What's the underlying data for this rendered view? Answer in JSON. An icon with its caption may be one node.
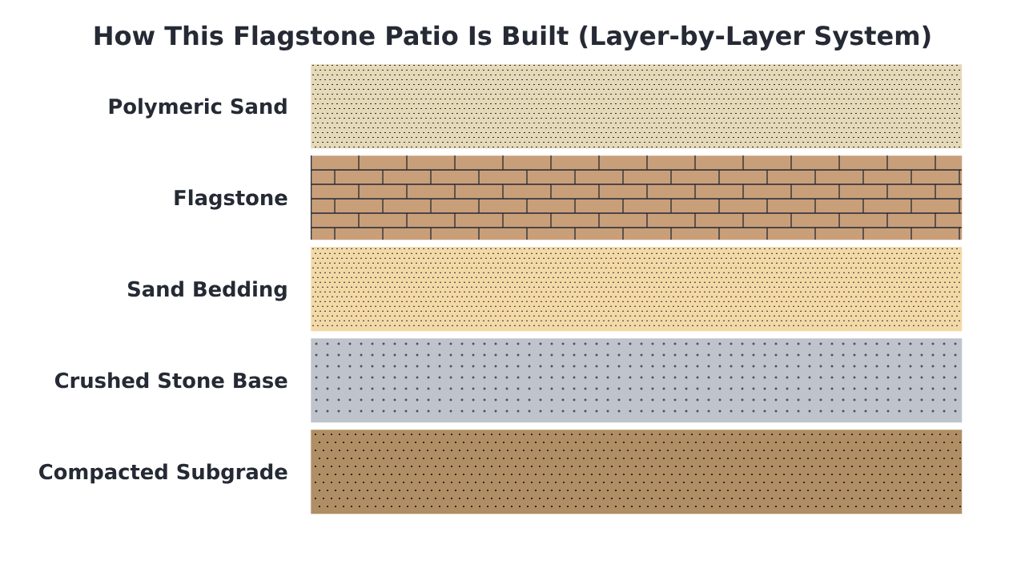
{
  "diagram": {
    "title": "How This Flagstone Patio Is Built (Layer-by-Layer System)",
    "nodes": [
      {
        "text": [
          "Polymeric Sand"
        ]
      },
      {
        "text": [
          "Flagstone"
        ]
      },
      {
        "text": [
          "Sand Bedding"
        ]
      },
      {
        "text": [
          "Crushed Stone Base"
        ]
      },
      {
        "text": [
          "Compacted Subgrade"
        ]
      }
    ]
  }
}
